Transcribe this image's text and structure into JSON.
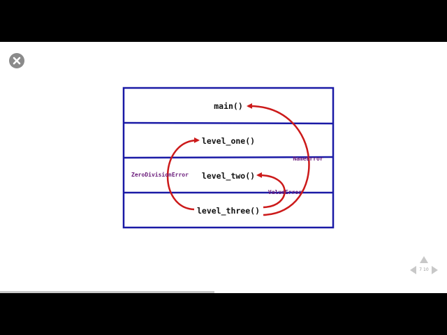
{
  "slide": {
    "functions": [
      "main()",
      "level_one()",
      "level_two()",
      "level_three()"
    ],
    "errors": {
      "name_error": "NameError",
      "zero_division_error": "ZeroDivisionError",
      "value_error": "ValueError"
    }
  },
  "navigation": {
    "current": "7",
    "total": "10"
  },
  "progress": 0.48,
  "colors": {
    "frame": "#1a1aa6",
    "arrow": "#cc1a1a",
    "error_label": "#6a1b7a",
    "nav": "#c8c8c8"
  },
  "icons": {
    "close": "close-icon",
    "up": "up-arrow-icon",
    "left": "left-arrow-icon",
    "right": "right-arrow-icon"
  }
}
